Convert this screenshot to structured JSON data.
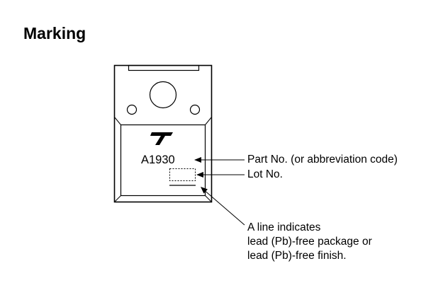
{
  "title": "Marking",
  "package": {
    "part_code": "A1930",
    "logo_icon": "toshiba-t-logo-icon"
  },
  "callouts": {
    "part_no": "Part No. (or abbreviation code)",
    "lot_no": "Lot No.",
    "lead_free": [
      "A line indicates",
      "lead (Pb)-free package or",
      "lead (Pb)-free finish."
    ]
  }
}
